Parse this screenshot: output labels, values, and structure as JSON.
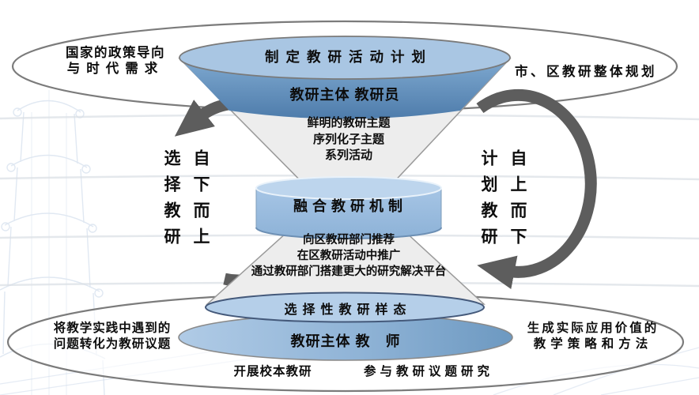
{
  "colors": {
    "funnel_top_blue": "#a9c6e3",
    "band_blue_dark": "#5e8cb8",
    "cylinder_blue": "#9dbfe0",
    "mode_ellipse_blue": "#b5cfe9",
    "teacher_ellipse_blue": "#8fb3d6",
    "cone_gray": "#ededed",
    "arrow_gray": "#5d5d5d",
    "outline_gray": "#7b7b7b",
    "text_black": "#0d0d0d",
    "sketch_blue": "#c8d6e8"
  },
  "top_section": {
    "left_note_line1": "国家的政策导向",
    "left_note_line2": "与时代需求",
    "right_note": "市、区教研整体规划",
    "plan_banner": "制定教研活动计划",
    "subject_banner": "教研主体 教研员",
    "theme_lines": [
      "鲜明的教研主题",
      "序列化子主题",
      "系列活动"
    ]
  },
  "core": {
    "mechanism": "融合教研机制"
  },
  "bottom_funnel": {
    "spread_lines": [
      "向区教研部门推荐",
      "在区教研活动中推广",
      "通过教研部门搭建更大的研究解决平台"
    ]
  },
  "left_cycle": {
    "label_main": "选择教研",
    "label_direction": "自下而上"
  },
  "right_cycle": {
    "label_main": "计划教研",
    "label_direction": "自上而下"
  },
  "bottom_section": {
    "mode_banner": "选择性教研样态",
    "subject_banner": "教研主体 教　师",
    "left_note_line1": "将教学实践中遇到的",
    "left_note_line2": "问题转化为教研议题",
    "right_note_line1": "生成实际应用价值的",
    "right_note_line2": "教学策略和方法",
    "action_left": "开展校本教研",
    "action_right": "参与教研议题研究"
  }
}
